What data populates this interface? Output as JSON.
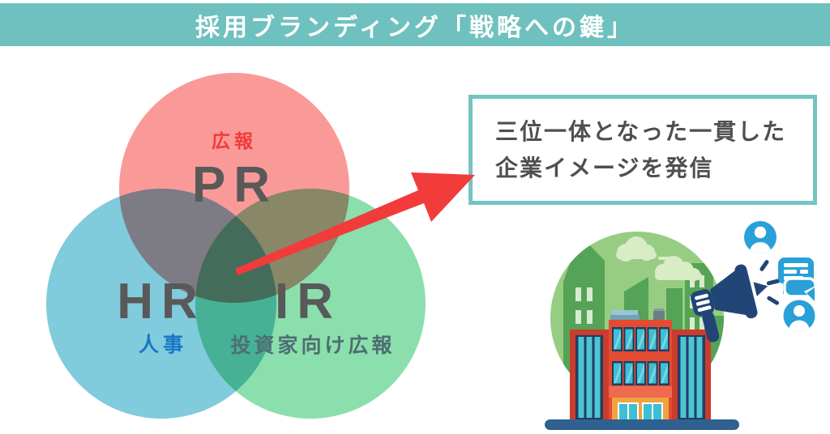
{
  "header": {
    "title": "採用ブランディング「戦略への鍵」",
    "bg_color": "#6EC1BE",
    "text_color": "#FFFFFF"
  },
  "venn": {
    "circles": [
      {
        "abbr": "PR",
        "label": "広報",
        "color": "#F99A99",
        "label_color": "#F23B3B"
      },
      {
        "abbr": "HR",
        "label": "人事",
        "color": "#80CBDC",
        "label_color": "#1779C5"
      },
      {
        "abbr": "IR",
        "label": "投資家向け広報",
        "color": "#8BDFAD",
        "label_color": "#4E6E72"
      }
    ],
    "abbr_color": "#595959"
  },
  "callout": {
    "line1": "三位一体となった一貫した",
    "line2": "企業イメージを発信",
    "border_color": "#74C4C0",
    "text_color": "#4F4F4F"
  },
  "arrow": {
    "color": "#F23B3B",
    "direction": "up-right"
  },
  "illustration": {
    "icons": [
      "building-icon",
      "megaphone-icon",
      "person-icon",
      "chat-bubbles-icon",
      "cloud-icon"
    ],
    "colors": {
      "circle_green": "#97CD82",
      "silhouette_green": "#55A356",
      "ground_green": "#4E9E4C",
      "cloud_green": "#D8ECC6",
      "building_red": "#E34B33",
      "building_dark_red": "#CC3B2B",
      "window_teal": "#3EBFD2",
      "window_navy": "#1E3F63",
      "band_salmon": "#F06A50",
      "entrance_orange": "#F0A33E",
      "ground_bar_blue": "#2E6090",
      "megaphone_navy": "#214576",
      "icon_blue": "#29A0D8"
    }
  }
}
